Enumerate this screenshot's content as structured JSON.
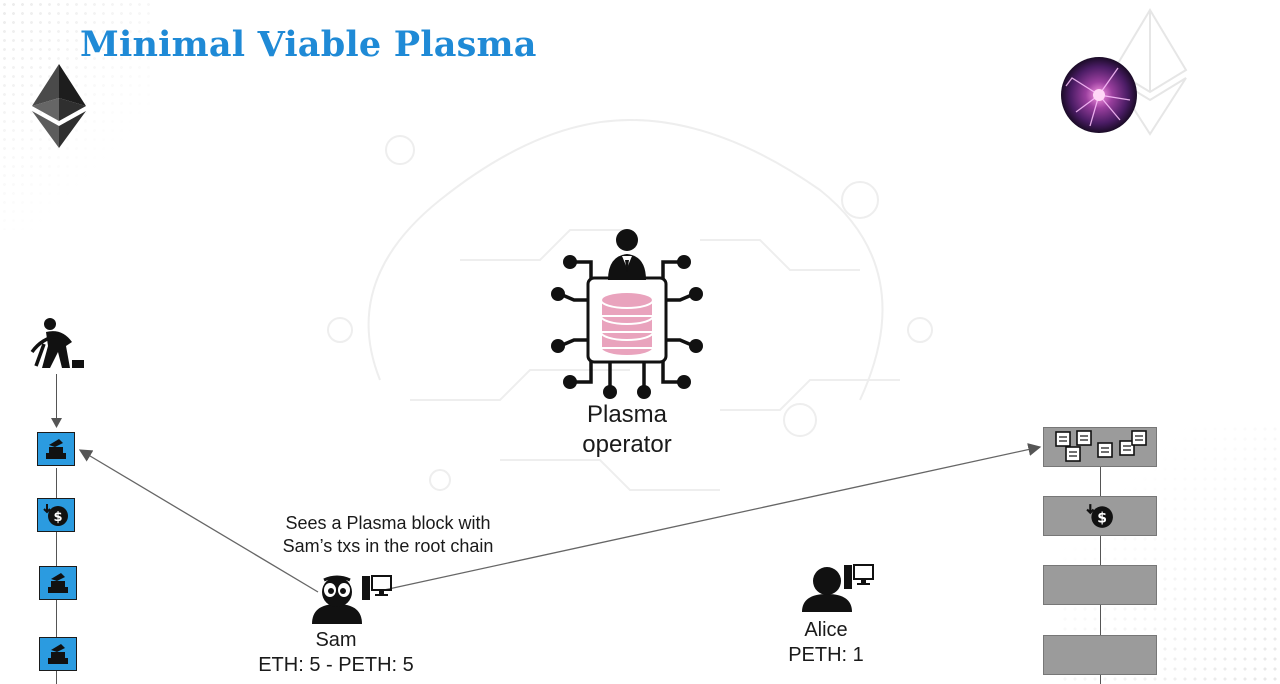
{
  "title": "Minimal Viable Plasma",
  "operator": {
    "line1": "Plasma",
    "line2": "operator"
  },
  "annotation": {
    "line1": "Sees a Plasma block with",
    "line2": "Sam’s txs in the root chain"
  },
  "sam": {
    "name": "Sam",
    "balance": "ETH: 5 - PETH: 5"
  },
  "alice": {
    "name": "Alice",
    "balance": "PETH: 1"
  },
  "root_chain": [
    "miner-block-icon",
    "deposit-coin-icon",
    "miner-block-icon",
    "miner-block-icon"
  ],
  "plasma_chain": [
    "transactions-stack-icon",
    "deposit-coin-icon",
    "",
    ""
  ],
  "colors": {
    "title": "#1f8ad6",
    "root_block": "#2b9be0",
    "plasma_block": "#9b9b9b",
    "database": "#e9a3bd"
  }
}
